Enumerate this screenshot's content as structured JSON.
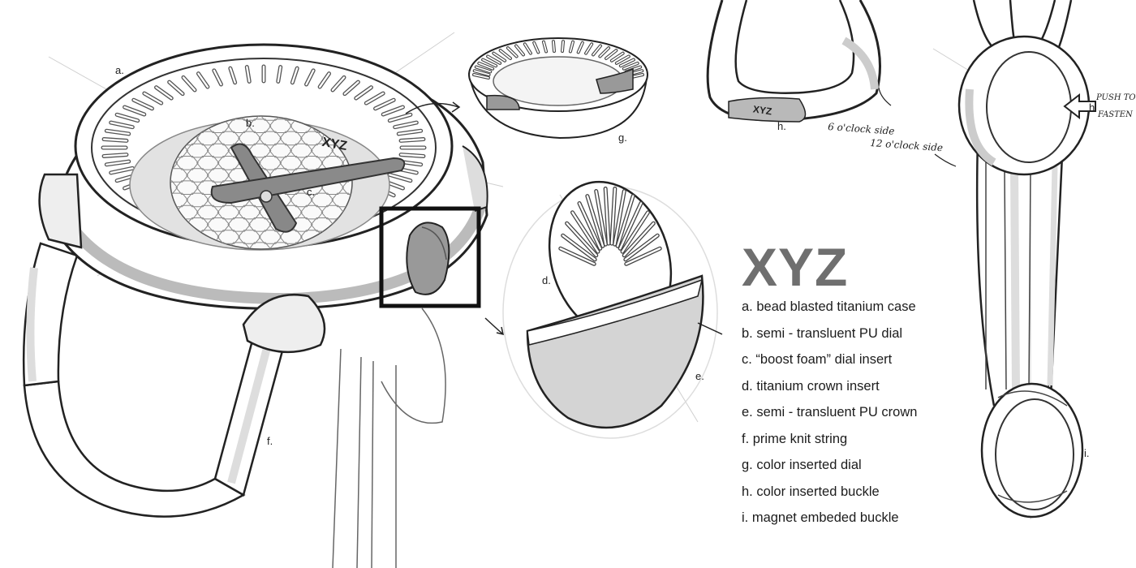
{
  "brand": "XYZ",
  "dial_logo": "XYZ",
  "buckle_logo": "XYZ",
  "callouts": {
    "a": "a.",
    "b": "b.",
    "c": "c.",
    "d": "d.",
    "e": "e.",
    "f": "f.",
    "g": "g.",
    "h": "h.",
    "h_side": "h",
    "i": "i."
  },
  "annotations": {
    "six_oclock": "6 o'clock side",
    "twelve_oclock": "12 o'clock side",
    "push_to": "PUSH TO",
    "fasten": "FASTEN"
  },
  "legend": [
    "a. bead blasted titanium case",
    "b. semi - transluent PU dial",
    "c. “boost foam” dial insert",
    "d. titanium crown insert",
    "e. semi - transluent PU crown",
    "f. prime knit string",
    "g. color inserted dial",
    "h. color inserted buckle",
    "i. magnet embeded buckle"
  ]
}
